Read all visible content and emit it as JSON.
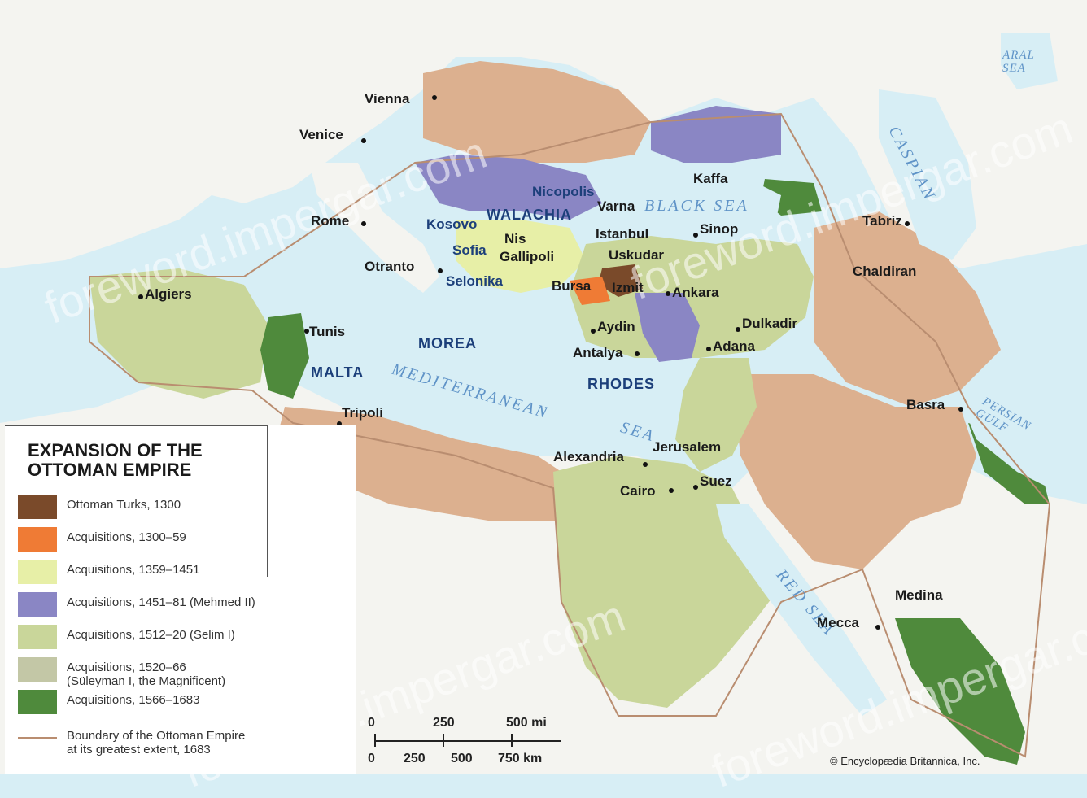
{
  "legend": {
    "title_line1": "EXPANSION OF THE",
    "title_line2": "OTTOMAN EMPIRE",
    "items": [
      {
        "label": "Ottoman Turks, 1300",
        "color": "#7a4a2a"
      },
      {
        "label": "Acquisitions, 1300–59",
        "color": "#ef7b35"
      },
      {
        "label": "Acquisitions, 1359–1451",
        "color": "#e7efa7"
      },
      {
        "label": "Acquisitions, 1451–81 (Mehmed II)",
        "color": "#8a86c4"
      },
      {
        "label": "Acquisitions, 1512–20 (Selim I)",
        "color": "#c9d69a"
      },
      {
        "label": "Acquisitions, 1520–66\n(Süleyman I, the Magnificent)",
        "color": "#c3c7a6"
      },
      {
        "label": "Acquisitions, 1566–1683",
        "color": "#4f8a3c"
      }
    ],
    "boundary_label": "Boundary of the Ottoman Empire\nat its greatest extent, 1683"
  },
  "colors": {
    "sea": "#d7eef5",
    "land_other": "#f4f4f0",
    "tan": "#dcb08f",
    "boundary": "#c9a98f"
  },
  "cities": {
    "vienna": "Vienna",
    "venice": "Venice",
    "nicopolis": "Nicopolis",
    "varna": "Varna",
    "kaffa": "Kaffa",
    "istanbul": "Istanbul",
    "sinop": "Sinop",
    "tabriz": "Tabriz",
    "rome": "Rome",
    "kosovo": "Kosovo",
    "nis": "Nis",
    "sofia": "Sofia",
    "gallipoli": "Gallipoli",
    "uskudar": "Uskudar",
    "otranto": "Otranto",
    "selonika": "Selonika",
    "bursa": "Bursa",
    "izmit": "Izmit",
    "ankara": "Ankara",
    "chaldiran": "Chaldiran",
    "algiers": "Algiers",
    "tunis": "Tunis",
    "aydin": "Aydin",
    "dulkadir": "Dulkadir",
    "adana": "Adana",
    "antalya": "Antalya",
    "tripoli": "Tripoli",
    "basra": "Basra",
    "alexandria": "Alexandria",
    "jerusalem": "Jerusalem",
    "cairo": "Cairo",
    "suez": "Suez",
    "medina": "Medina",
    "mecca": "Mecca"
  },
  "regions": {
    "walachia": "WALACHIA",
    "morea": "MOREA",
    "malta": "MALTA",
    "rhodes": "RHODES"
  },
  "waters": {
    "black_sea": "BLACK SEA",
    "mediterranean": "MEDITERRANEAN",
    "sea": "SEA",
    "caspian": "CASPIAN",
    "aral": "ARAL\nSEA",
    "red_sea": "RED SEA",
    "persian_gulf": "PERSIAN\nGULF"
  },
  "scale": {
    "zero": "0",
    "mi_mid": "250",
    "mi_max": "500 mi",
    "km_zero": "0",
    "km_1": "250",
    "km_2": "500",
    "km_3": "750 km"
  },
  "credit": "© Encyclopædia Britannica, Inc.",
  "watermark": "foreword.impergar.com"
}
